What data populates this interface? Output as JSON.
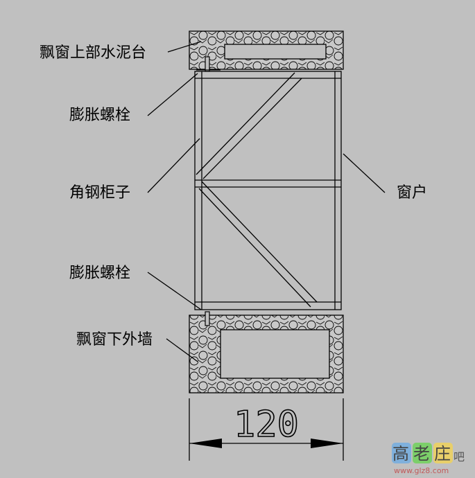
{
  "labels": {
    "top_concrete": "飘窗上部水泥台",
    "bolt_top": "膨胀螺栓",
    "angle_steel_frame": "角钢柜子",
    "window": "窗户",
    "bolt_bottom": "膨胀螺栓",
    "bottom_wall": "飘窗下外墙"
  },
  "dimension": {
    "value": "120"
  },
  "watermark": {
    "logo_text": "高老庄吧",
    "url": "www.glz8.com"
  },
  "colors": {
    "background": "#c0c0c0",
    "line": "#000000"
  }
}
